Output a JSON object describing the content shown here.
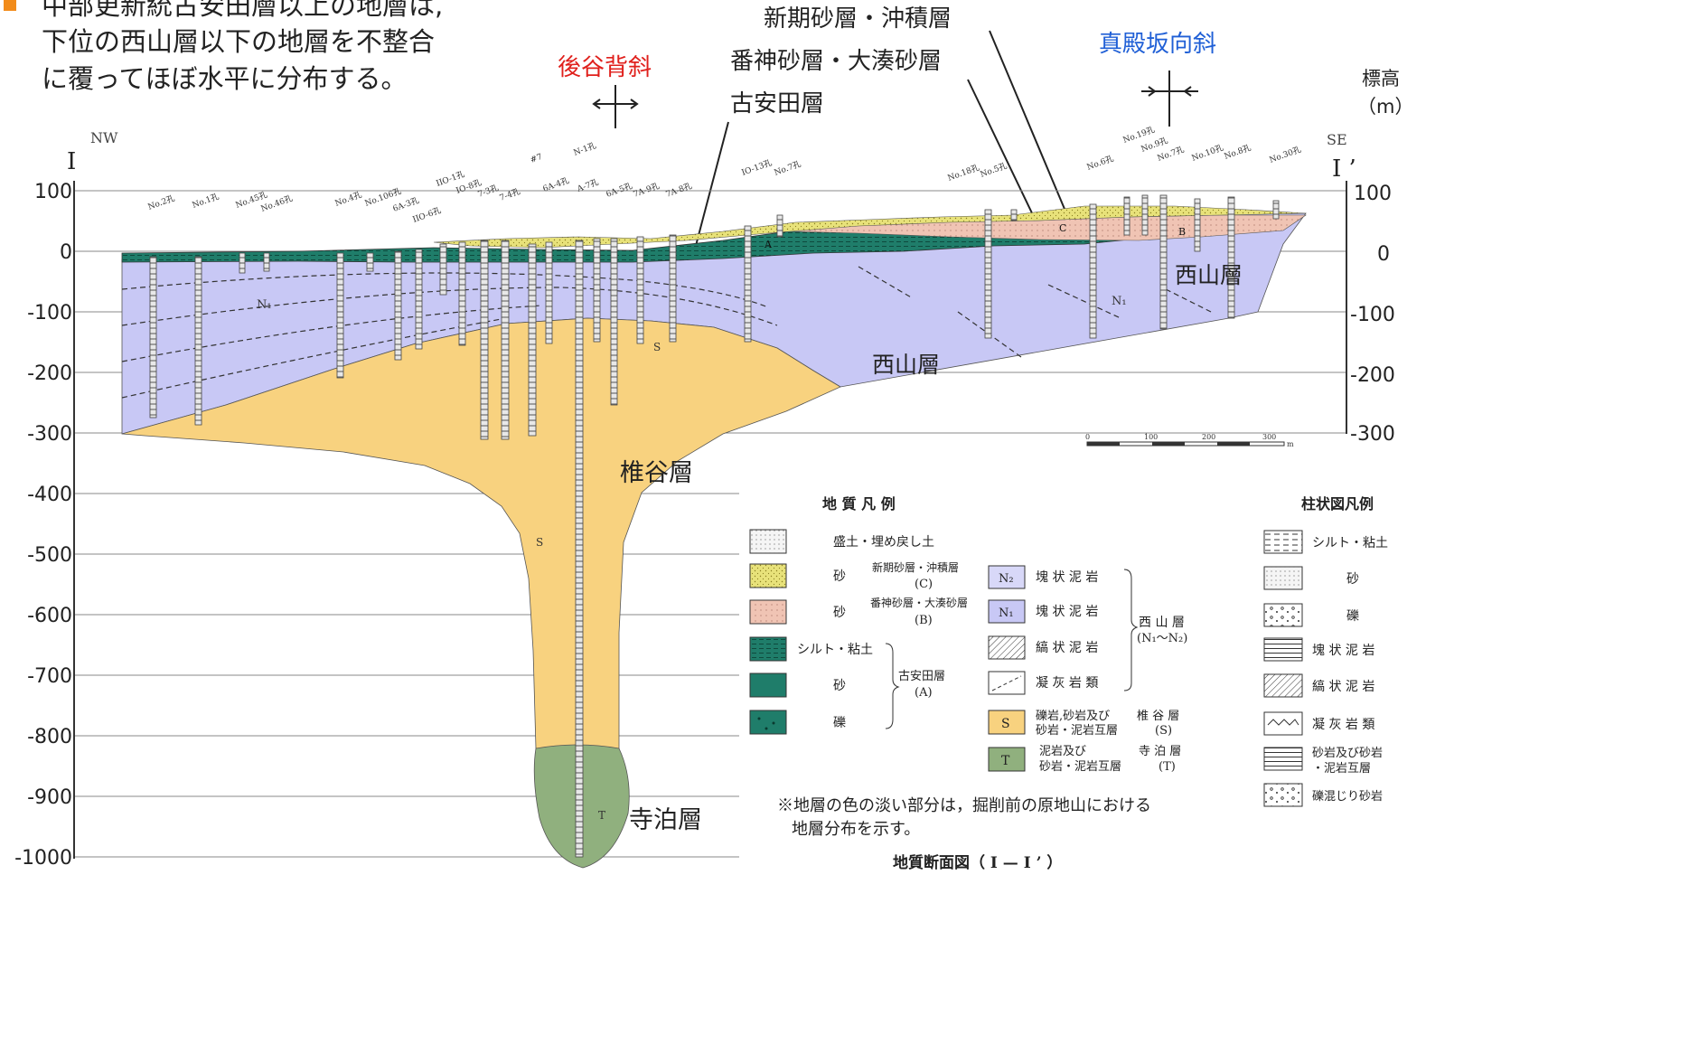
{
  "heading": {
    "lines": [
      "中部更新統古安田層以上の地層は,",
      "下位の西山層以下の地層を不整合",
      "に覆ってほぼ水平に分布する。"
    ]
  },
  "callouts": {
    "anticline": "後谷背斜",
    "syncline": "真殿坂向斜",
    "new_sand": "新期砂層・沖積層",
    "banjin": "番神砂層・大湊砂層",
    "koyasuda": "古安田層",
    "elevation_unit": "標高\n（m）",
    "elev_label_1": "標高",
    "elev_label_2": "（m）"
  },
  "section": {
    "left_marker": "I",
    "right_marker": "I ’",
    "nw": "NW",
    "se": "SE",
    "y_axis_left": [
      "100",
      "0",
      "-100",
      "-200",
      "-300",
      "-400",
      "-500",
      "-600",
      "-700",
      "-800",
      "-900",
      "-1000"
    ],
    "y_axis_right": [
      "100",
      "0",
      "-100",
      "-200",
      "-300"
    ],
    "boreholes": [
      "No.2孔",
      "No.1孔",
      "No.45孔",
      "No.46孔",
      "No.4孔",
      "No.106孔",
      "6A-3孔",
      "IIO-6孔",
      "IIO-1孔",
      "IO-8孔",
      "7-3孔",
      "7-4孔",
      "#7",
      "6A-4孔",
      "N-1孔",
      "A-7孔",
      "6A-5孔",
      "7A-9孔",
      "7A-8孔",
      "IO-13孔",
      "No.7孔",
      "No.18孔",
      "No.5孔",
      "No.6孔",
      "No.19孔",
      "No.9孔",
      "No.7孔",
      "No.10孔",
      "No.8孔",
      "No.30孔"
    ],
    "unit_labels": {
      "nishiyama_1": "西山層",
      "nishiyama_2": "西山層",
      "shiiya": "椎谷層",
      "teradomari": "寺泊層",
      "n1_left": "N₁",
      "n1_right": "N₁",
      "s_1": "S",
      "s_2": "S",
      "t": "T",
      "a": "A",
      "b": "B",
      "c": "C"
    },
    "scale_ticks": [
      "0",
      "100",
      "200",
      "300"
    ],
    "scale_unit": "m"
  },
  "legend": {
    "title_geology": "地 質 凡 例",
    "title_column": "柱状図凡例",
    "fill": "盛土・埋め戻し土",
    "sand_c_kind": "砂",
    "sand_c_name_1": "新期砂層・沖積層",
    "sand_c_name_2": "(C)",
    "sand_b_kind": "砂",
    "sand_b_name_1": "番神砂層・大湊砂層",
    "sand_b_name_2": "(B)",
    "a_silt": "シルト・粘土",
    "a_sand": "砂",
    "a_gravel": "礫",
    "a_name_1": "古安田層",
    "a_name_2": "(A)",
    "n2_code": "N₂",
    "n2_text": "塊 状 泥 岩",
    "n1_code": "N₁",
    "n1_text": "塊 状 泥 岩",
    "striped_text": "縞 状 泥 岩",
    "tuff_text": "凝 灰 岩 類",
    "nishi_name_1": "西 山 層",
    "nishi_name_2": "(N₁～N₂)",
    "s_code": "S",
    "s_text_1": "礫岩,砂岩及び",
    "s_text_2": "砂岩・泥岩互層",
    "s_name_1": "椎 谷 層",
    "s_name_2": "(S)",
    "t_code": "T",
    "t_text_1": "泥岩及び",
    "t_text_2": "砂岩・泥岩互層",
    "t_name_1": "寺 泊 層",
    "t_name_2": "(T)",
    "col_silt": "シルト・粘土",
    "col_sand": "砂",
    "col_gravel": "礫",
    "col_massive": "塊 状 泥 岩",
    "col_striped": "縞 状 泥 岩",
    "col_tuff": "凝 灰 岩 類",
    "col_alt_1": "砂岩及び砂岩",
    "col_alt_2": "・泥岩互層",
    "col_pebbly": "礫混じり砂岩",
    "note_1": "※地層の色の淡い部分は，掘削前の原地山における",
    "note_2": "地層分布を示す。",
    "caption": "地質断面図（ I — I ’ ）"
  },
  "colors": {
    "nishiyama": "#c8c8f5",
    "shiiya": "#f8d27f",
    "teradomari": "#90b07e",
    "koyasuda": "#1f7d6a",
    "banjin": "#f0c4b4",
    "new_sand": "#e8e27a",
    "anticline_red": "#e0201c",
    "syncline_blue": "#1f5fd6",
    "bullet": "#f28c1b"
  }
}
